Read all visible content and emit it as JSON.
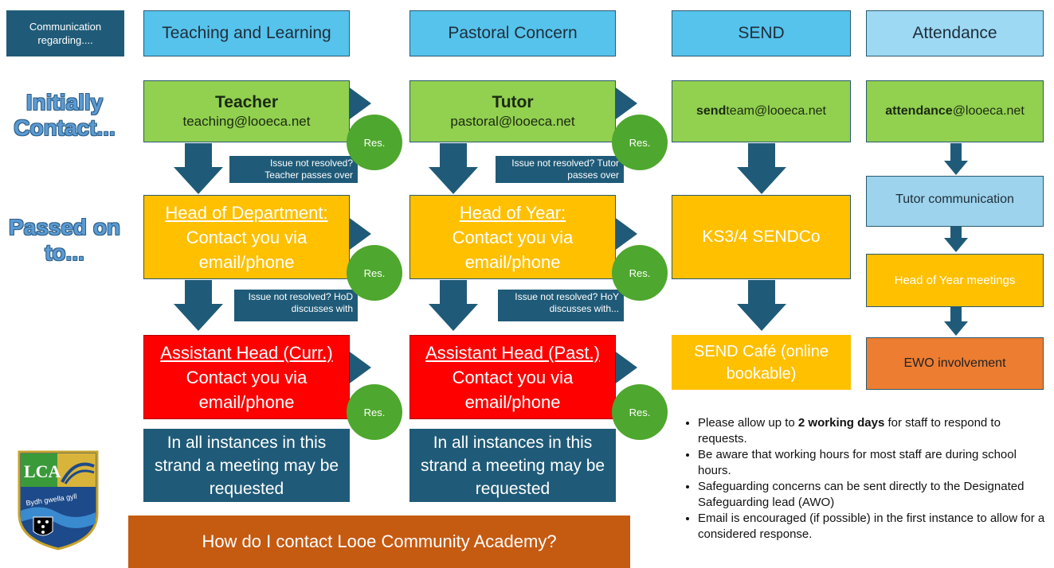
{
  "header": {
    "communication_label": "Communication regarding....",
    "columns": [
      "Teaching and Learning",
      "Pastoral Concern",
      "SEND",
      "Attendance"
    ]
  },
  "side_labels": {
    "initially": "Initially Contact...",
    "passed": "Passed on to..."
  },
  "teaching": {
    "initial_title": "Teacher",
    "initial_email": "teaching@looeca.net",
    "note1": "Issue not resolved? Teacher passes over",
    "level2_title": "Head of Department:",
    "level2_text": "Contact you via email/phone",
    "note2": "Issue not resolved? HoD  discusses with",
    "level3_title": "Assistant Head (Curr.)",
    "level3_text": "Contact you via email/phone",
    "meeting": "In all instances in this strand a meeting may  be requested"
  },
  "pastoral": {
    "initial_title": "Tutor",
    "initial_email": "pastoral@looeca.net",
    "note1": "Issue not resolved? Tutor passes over",
    "level2_title": "Head of Year:",
    "level2_text": "Contact you via email/phone",
    "note2": "Issue not resolved? HoY discusses with...",
    "level3_title": "Assistant Head (Past.)",
    "level3_text": "Contact you via email/phone",
    "meeting": "In all instances in this strand a meeting may  be requested"
  },
  "send": {
    "email_bold": "send",
    "email_rest": "team@looeca.net",
    "level2": "KS3/4 SENDCo",
    "level3": "SEND Café (online bookable)"
  },
  "attendance": {
    "email_bold": "attendance",
    "email_rest": "@looeca.net",
    "step2": "Tutor communication",
    "step3": "Head of Year meetings",
    "step4": "EWO involvement"
  },
  "res_label": "Res.",
  "footer_title": "How do I contact Looe Community Academy?",
  "bullets": {
    "b1_pre": "Please allow up to ",
    "b1_bold": "2 working days",
    "b1_post": " for staff to respond to requests.",
    "b2": "Be aware that working hours for most staff are during school hours.",
    "b3": "Safeguarding concerns can be sent directly to the Designated Safeguarding lead (AWO)",
    "b4": "Email is encouraged (if possible) in the first instance to allow for a considered response."
  },
  "logo": {
    "letters": "LCA",
    "motto": "Bydh gwella gyll"
  },
  "colors": {
    "header_blue": "#56c3ec",
    "green": "#92d050",
    "amber": "#ffc000",
    "red": "#ff0000",
    "navy": "#1f5b78",
    "orange": "#ed7d31",
    "res_green": "#4ea72e"
  }
}
